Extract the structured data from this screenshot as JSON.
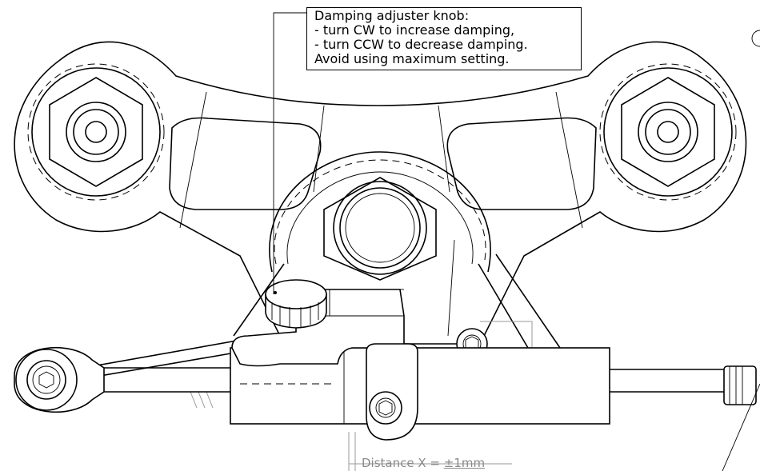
{
  "callout": {
    "line1": "Damping adjuster knob:",
    "line2": "- turn CW to increase damping,",
    "line3": "- turn CCW to decrease damping.",
    "line4": "Avoid using maximum setting."
  },
  "dimension": {
    "prefix": "Distance X = ",
    "tolerance": "±1mm"
  }
}
